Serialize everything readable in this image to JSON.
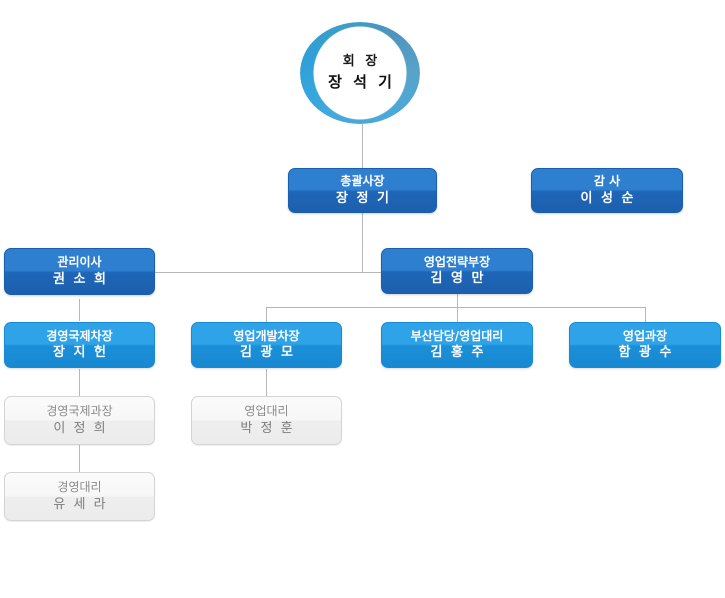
{
  "chart": {
    "type": "org-chart",
    "background_color": "#ffffff",
    "connector_color": "#b7b7b7",
    "palette": {
      "ring_blue": "#3d9ec9",
      "ring_blue_light": "#4aa8d8",
      "level2_blue": "#2f7fd1",
      "level2_blue_dark": "#1d5fae",
      "level3_blue": "#2fa3e8",
      "level3_blue_dark": "#1789d2",
      "level4_gray_bg": "#f3f3f3",
      "level4_gray_border": "#d4d4d4",
      "level4_gray_text": "#8a8a8a",
      "node_text": "#ffffff",
      "root_text": "#1b1b1b"
    },
    "nodes": {
      "chairman": {
        "title": "회 장",
        "name": "장 석 기",
        "style": "circle"
      },
      "president": {
        "title": "총괄사장",
        "name": "장 정 기",
        "style": "blue-dark"
      },
      "auditor": {
        "title": "감  사",
        "name": "이 성 순",
        "style": "blue-dark"
      },
      "mgmt_director": {
        "title": "관리이사",
        "name": "권 소 희",
        "style": "blue-dark"
      },
      "sales_strategy": {
        "title": "영업전략부장",
        "name": "김 영 만",
        "style": "blue-dark"
      },
      "mgmt_intl_deputy": {
        "title": "경영국제차장",
        "name": "장 지 헌",
        "style": "blue-light"
      },
      "sales_dev_deputy": {
        "title": "영업개발차장",
        "name": "김 광 모",
        "style": "blue-light"
      },
      "busan_sales": {
        "title": "부산담당/영업대리",
        "name": "김 홍 주",
        "style": "blue-light"
      },
      "sales_manager": {
        "title": "영업과장",
        "name": "함 광 수",
        "style": "blue-light"
      },
      "mgmt_intl_manager": {
        "title": "경영국제과장",
        "name": "이 정 희",
        "style": "gray"
      },
      "sales_assistant": {
        "title": "영업대리",
        "name": "박 정 훈",
        "style": "gray"
      },
      "mgmt_assistant": {
        "title": "경영대리",
        "name": "유 세 라",
        "style": "gray"
      }
    }
  }
}
